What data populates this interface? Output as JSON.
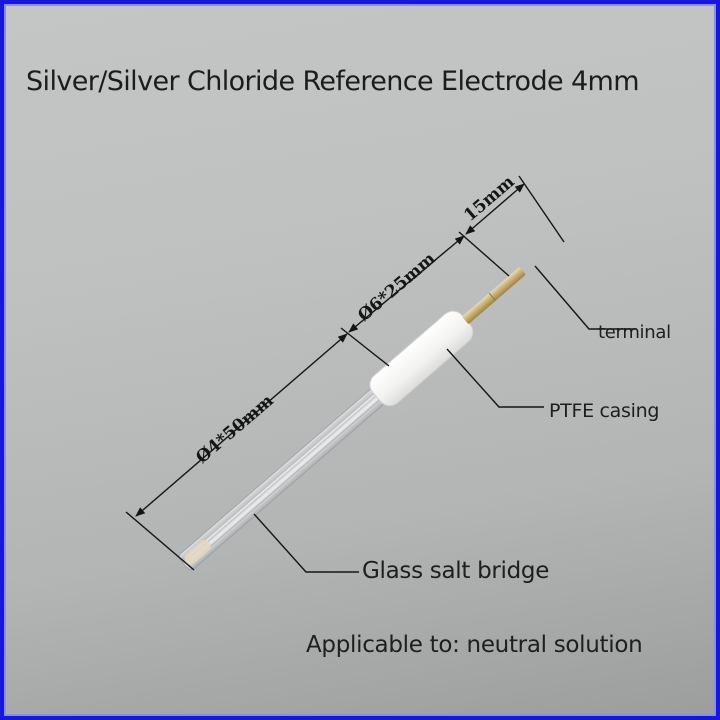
{
  "title": "Silver/Silver Chloride Reference Electrode 4mm",
  "dimensions": {
    "terminal_length": "15mm",
    "casing_size": "Ø6*25mm",
    "bridge_size": "Ø4*50mm"
  },
  "callouts": {
    "terminal": "terminal",
    "ptfe_casing": "PTFE casing",
    "glass_salt_bridge": "Glass salt bridge"
  },
  "footer_note": "Applicable to: neutral solution",
  "colors": {
    "frame_border": "#1616e0",
    "background": "#bfc1c1",
    "terminal_gold": "#c9b27a",
    "casing_white": "#f4f4f2",
    "text": "#1c1c1c"
  }
}
